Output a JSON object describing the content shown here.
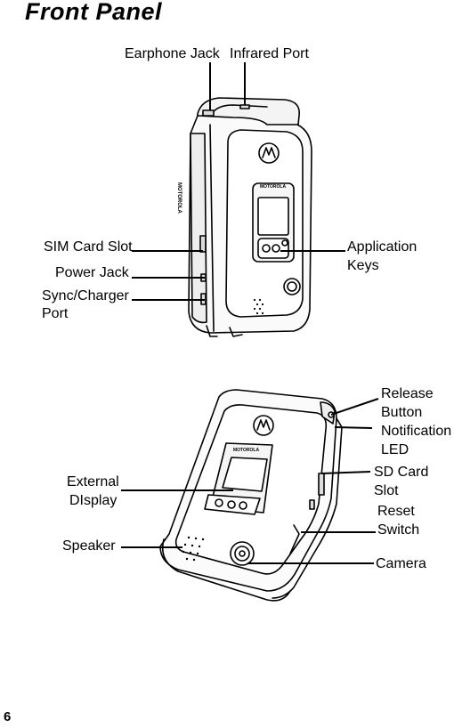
{
  "page": {
    "title": "Front Panel",
    "page_number": "6"
  },
  "top_figure": {
    "callouts": {
      "earphone_jack": "Earphone Jack",
      "infrared_port": "Infrared Port",
      "sim_card_slot": "SIM Card Slot",
      "power_jack": "Power Jack",
      "sync_charger_port_line1": "Sync/Charger",
      "sync_charger_port_line2": "Port",
      "application_keys_line1": "Application",
      "application_keys_line2": "Keys"
    },
    "brand_front": "MOTOROLA",
    "brand_side": "MOTOROLA"
  },
  "bottom_figure": {
    "callouts": {
      "release_button_line1": "Release",
      "release_button_line2": "Button",
      "notification_led_line1": "Notification",
      "notification_led_line2": "LED",
      "external_display_line1": "External",
      "external_display_line2": "DIsplay",
      "sd_card_slot_line1": "SD Card",
      "sd_card_slot_line2": "Slot",
      "reset_switch_line1": "Reset",
      "reset_switch_line2": "Switch",
      "speaker": "Speaker",
      "camera": "Camera"
    },
    "brand_front": "MOTOROLA"
  }
}
